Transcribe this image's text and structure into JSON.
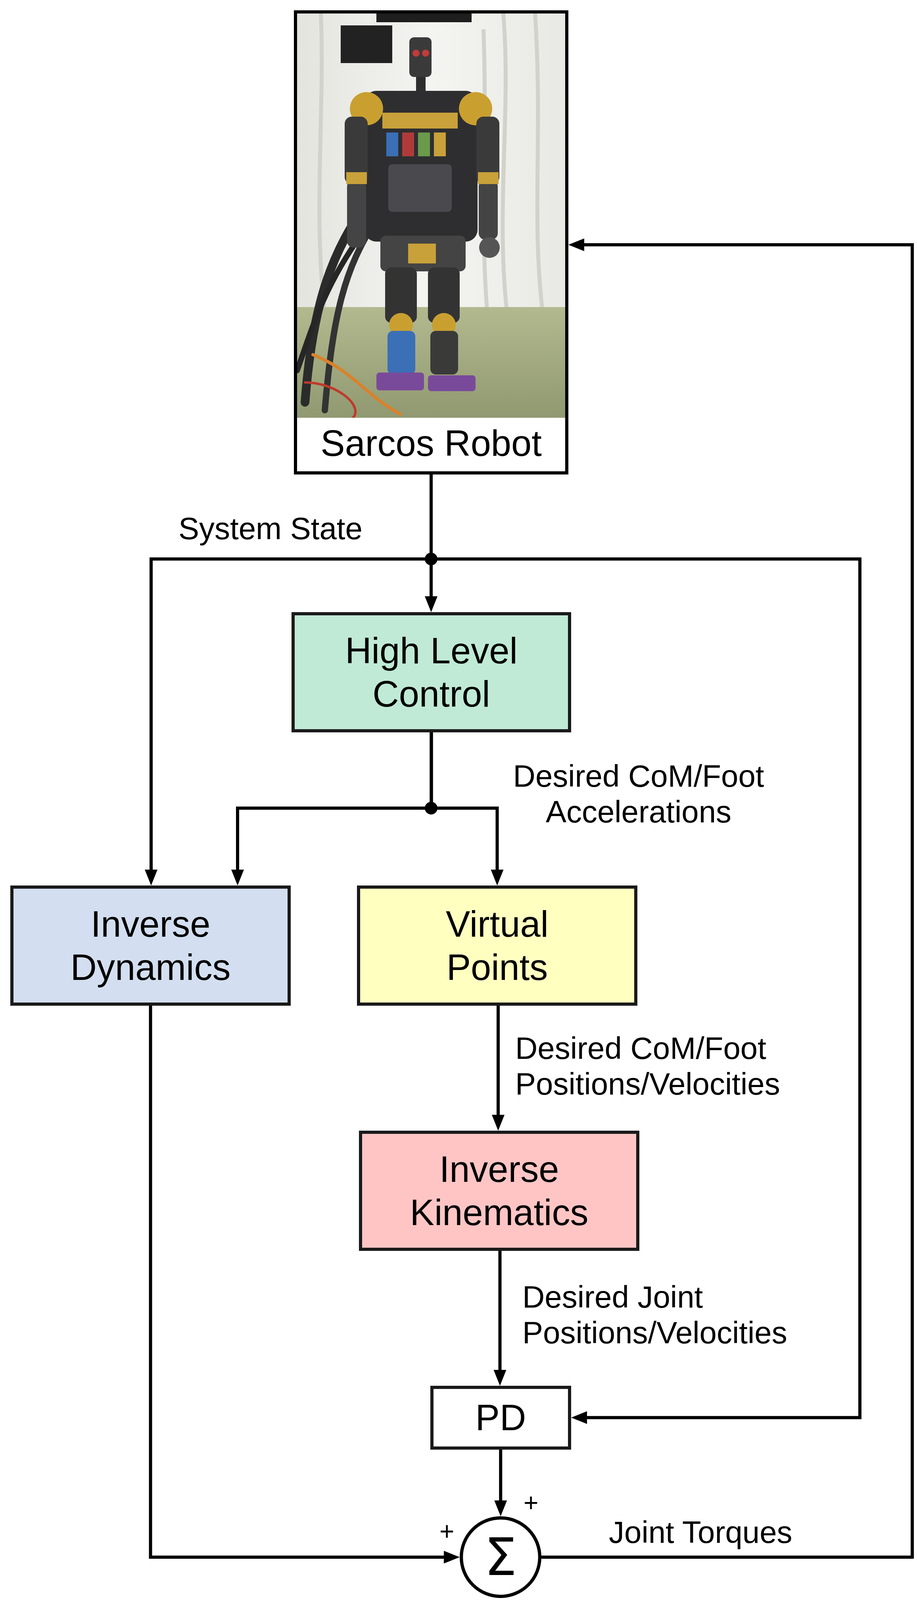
{
  "diagram": {
    "nodes": [
      {
        "text": [
          "Sarcos Robot"
        ]
      },
      {
        "text": [
          "High Level Control"
        ]
      },
      {
        "text": [
          "Inverse Dynamics"
        ]
      },
      {
        "text": [
          "Virtual Points"
        ]
      },
      {
        "text": [
          "Inverse Kinematics"
        ]
      },
      {
        "text": [
          "PD"
        ]
      },
      {
        "text": [
          "Σ"
        ]
      }
    ],
    "edges": [
      {
        "from": 0,
        "to": 1,
        "arrow": "to",
        "label": "System State"
      },
      {
        "from": 0,
        "to": 2,
        "arrow": "to"
      },
      {
        "from": 0,
        "to": 5,
        "arrow": "to"
      },
      {
        "from": 1,
        "to": 2,
        "arrow": "to"
      },
      {
        "from": 1,
        "to": 3,
        "arrow": "to",
        "label": "Desired CoM/Foot Accelerations"
      },
      {
        "from": 3,
        "to": 4,
        "arrow": "to",
        "label": "Desired CoM/Foot Positions/Velocities"
      },
      {
        "from": 4,
        "to": 5,
        "arrow": "to",
        "label": "Desired Joint Positions/Velocities"
      },
      {
        "from": 5,
        "to": 6,
        "arrow": "to"
      },
      {
        "from": 2,
        "to": 6,
        "arrow": "to"
      },
      {
        "from": 6,
        "to": 0,
        "arrow": "to",
        "label": "Joint Torques"
      }
    ],
    "labels": [
      "+",
      "+"
    ]
  }
}
